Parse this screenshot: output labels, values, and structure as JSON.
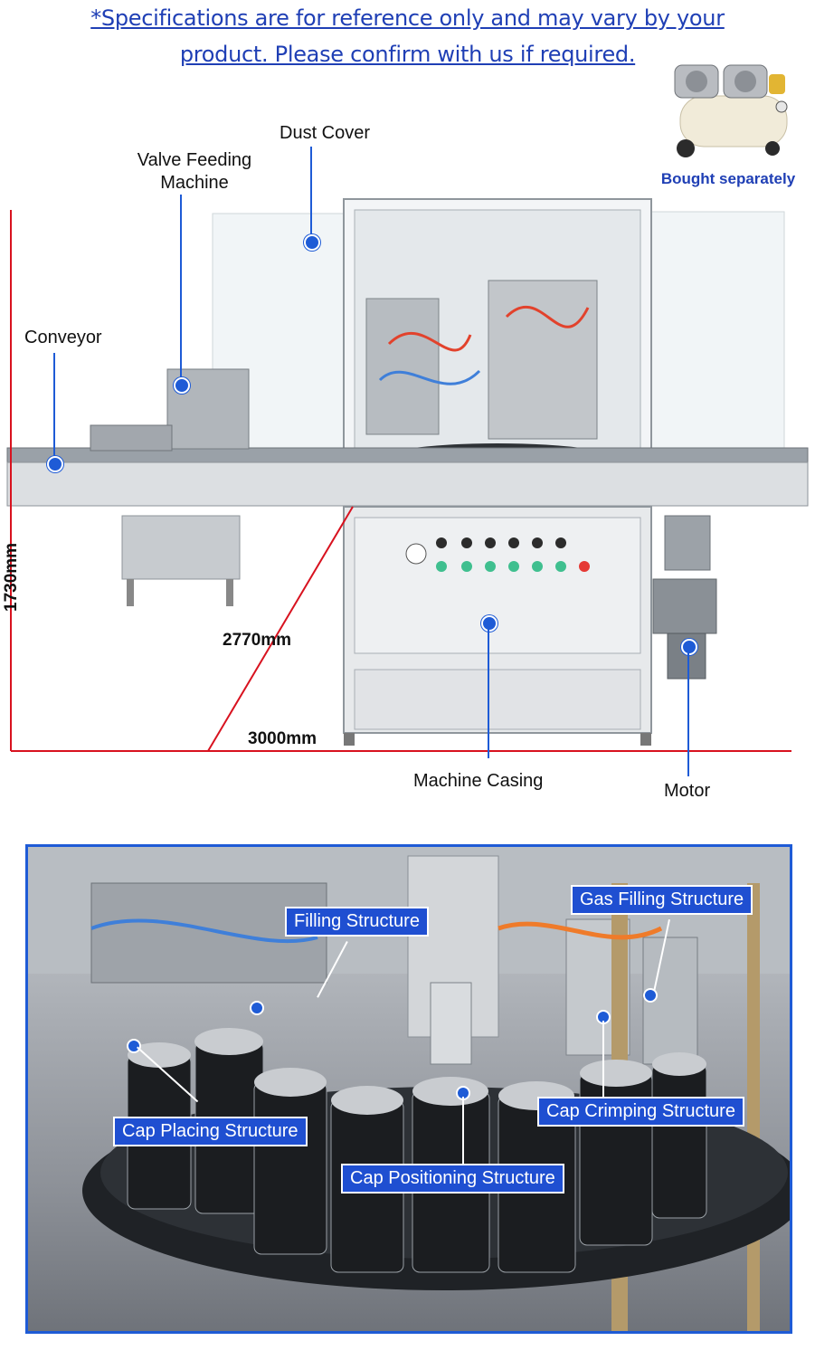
{
  "notice": {
    "line1": "*Specifications are for reference only and may vary by your",
    "line2": "product. Please confirm with us if required."
  },
  "compressor": {
    "label": "Bought separately"
  },
  "machine_labels": {
    "dust_cover": "Dust Cover",
    "valve_feeding": "Valve Feeding\nMachine",
    "conveyor": "Conveyor",
    "machine_casing": "Machine Casing",
    "motor": "Motor"
  },
  "dimensions": {
    "height": "1730mm",
    "depth": "2770mm",
    "length": "3000mm"
  },
  "detail_labels": {
    "filling": "Filling Structure",
    "gas_filling": "Gas Filling Structure",
    "cap_placing": "Cap Placing Structure",
    "cap_crimping": "Cap Crimping Structure",
    "cap_positioning": "Cap Positioning Structure"
  },
  "colors": {
    "accent": "#1e5bd6",
    "notice": "#1f3fb5",
    "dimension_line": "#d8121f"
  }
}
